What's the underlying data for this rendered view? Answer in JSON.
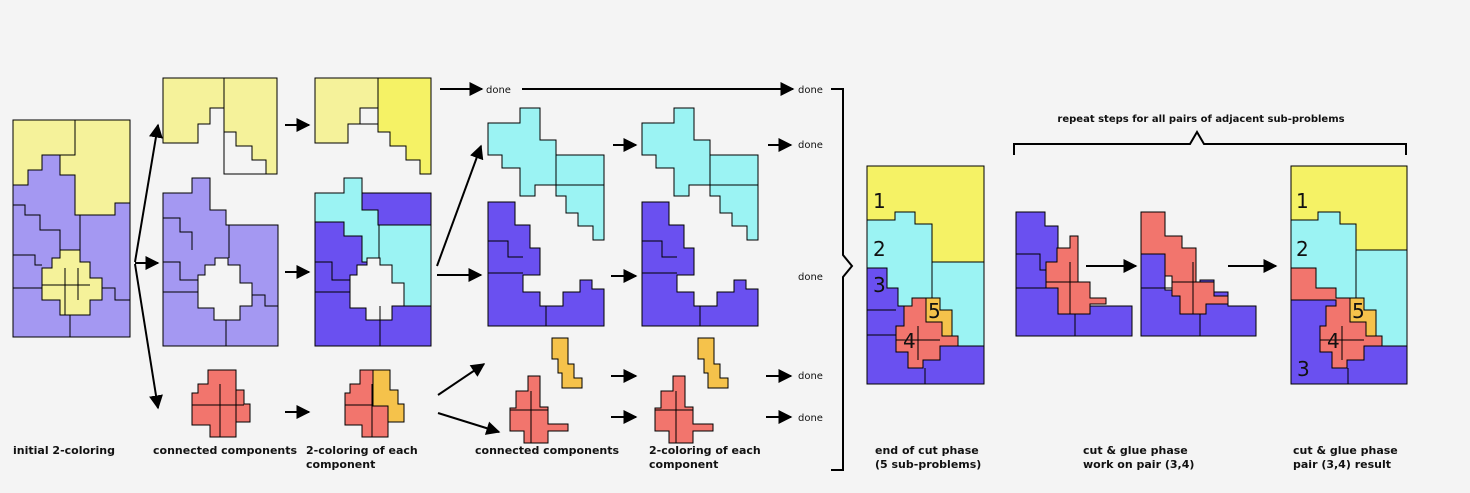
{
  "colors": {
    "yellow_light": "#f5f29a",
    "yellow": "#f5f265",
    "purple_light": "#a498f2",
    "purple": "#6a50f0",
    "cyan": "#9bf3f3",
    "red": "#f2756d",
    "orange": "#f5c24b",
    "background": "#f4f4f4"
  },
  "captions": {
    "c1": [
      "initial 2-coloring"
    ],
    "c2": [
      "connected components"
    ],
    "c3": [
      "2-coloring of each",
      "component"
    ],
    "c4": [
      "connected components"
    ],
    "c5": [
      "2-coloring of each",
      "component"
    ],
    "c6": [
      "end of cut phase",
      "(5 sub-problems)"
    ],
    "c7": [
      "cut & glue phase",
      "work on pair (3,4)"
    ],
    "c8": [
      "cut & glue phase",
      "pair (3,4) result"
    ]
  },
  "done_label": "done",
  "brace_label": "repeat steps for all pairs of adjacent sub-problems",
  "region_numbers": {
    "end_of_cut": [
      "1",
      "2",
      "3",
      "4",
      "5"
    ],
    "result": [
      "1",
      "2",
      "4",
      "5",
      "3"
    ]
  }
}
